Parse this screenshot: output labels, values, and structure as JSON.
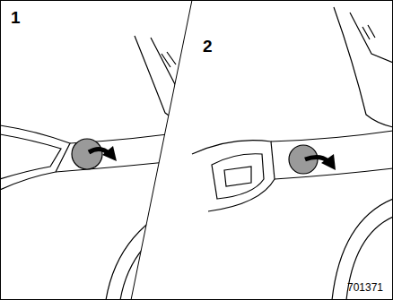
{
  "diagram": {
    "labels": [
      "1",
      "2",
      "701371"
    ]
  }
}
